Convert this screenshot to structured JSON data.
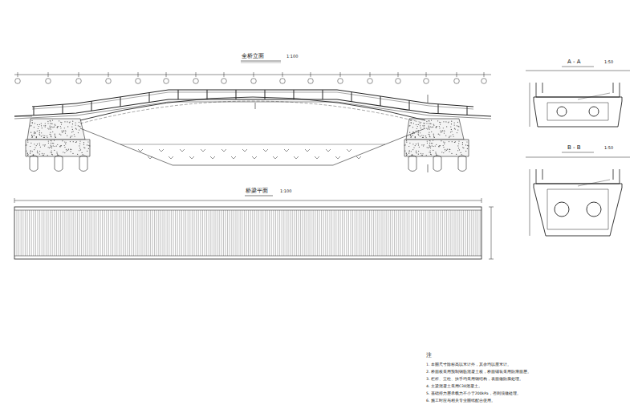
{
  "diagram": {
    "labels": [
      "全桥立面",
      "1:100",
      "桥梁平面",
      "1:100",
      "A - A",
      "1:50",
      "B - B",
      "1:50",
      "注",
      "1. 本图尺寸除标高以米计外，其余均以厘米计。",
      "2. 桥面板采用预制钢筋混凝土板，桥面铺装采用防滑面层。",
      "3. 栏杆、立柱、扶手均采用钢结构，表面做防腐处理。",
      "4. 主梁混凝土采用C30混凝土。",
      "5. 基础持力层承载力不小于200kPa，否则须做处理。",
      "6. 施工时应与相关专业图纸配合使用。"
    ]
  }
}
